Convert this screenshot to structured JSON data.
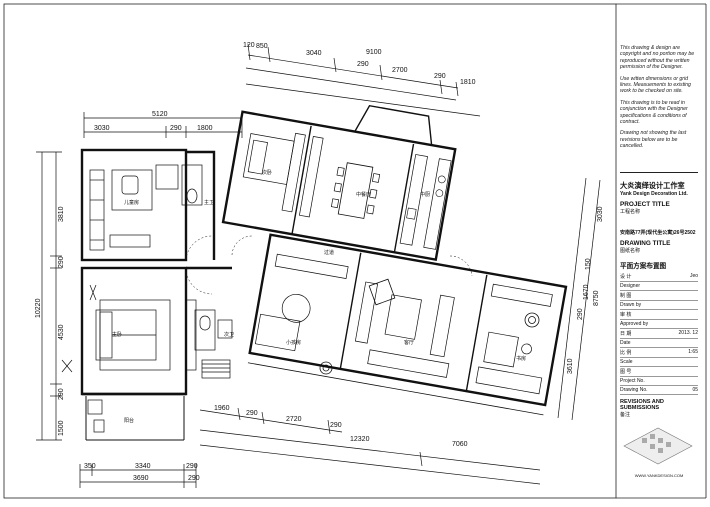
{
  "dimensions": {
    "top_row1": [
      "120",
      "850",
      "3040",
      "9100"
    ],
    "top_row2": [
      "290",
      "2700"
    ],
    "top_row3": [
      "290",
      "1810"
    ],
    "left_top": [
      "5120"
    ],
    "left_top2": [
      "3030",
      "290",
      "1800"
    ],
    "left_side": [
      "3810",
      "290",
      "10220",
      "4530",
      "290",
      "1500"
    ],
    "bottom_mid": [
      "1960",
      "290",
      "2720",
      "290"
    ],
    "bottom_long": [
      "12320",
      "7060"
    ],
    "bottom_left": [
      "350",
      "3340",
      "290",
      "3690",
      "290"
    ],
    "right_side": [
      "3030",
      "150",
      "1670",
      "8750",
      "290",
      "3610"
    ]
  },
  "rooms": {
    "guest_bed": "次卧",
    "children": "儿童房",
    "dining": "中餐厅",
    "kitchen": "中厨",
    "bath1": "主卫",
    "corridor": "过道",
    "master": "主卧",
    "bath2": "次卫",
    "study": "小孩房",
    "living": "客厅",
    "study2": "书房",
    "balcony": "阳台"
  },
  "title_block": {
    "notes": [
      "This drawing & design are copyright and no portion may be reproduced without the written permission of the Designer.",
      "Use witten dimensions or grid lines. Measuements to existing work to be checked on site.",
      "This drawing is to be read in conjunction with the Designer specifications & conditions of contract.",
      "Drawing not showing the last revisions below are to be cancelled."
    ],
    "company_cn": "大炎演绎设计工作室",
    "company_en": "Yank Design Decoration Ltd.",
    "project_title_en": "PROJECT TITLE",
    "project_title_cn": "工程名称",
    "project_name": "安南路77弄(现代坐公寓)26号2502",
    "drawing_title_en": "DRAWING TITLE",
    "drawing_title_cn": "图纸名称",
    "drawing_name": "平面方案布置图",
    "rows": [
      {
        "label": "设 计",
        "value": "Jeo"
      },
      {
        "label": "Designer",
        "value": ""
      },
      {
        "label": "制 图",
        "value": ""
      },
      {
        "label": "Drawn by",
        "value": ""
      },
      {
        "label": "审 核",
        "value": ""
      },
      {
        "label": "Approved by",
        "value": ""
      },
      {
        "label": "日 期",
        "value": "2013. 12"
      },
      {
        "label": "Date",
        "value": ""
      },
      {
        "label": "比 例",
        "value": "1:65"
      },
      {
        "label": "Scale",
        "value": ""
      },
      {
        "label": "图 号",
        "value": ""
      },
      {
        "label": "Project No.",
        "value": ""
      },
      {
        "label": "Drawing No.",
        "value": "05"
      }
    ],
    "revisions_en": "REVISIONS AND SUBMISSIONS",
    "revisions_cn": "备注",
    "url": "WWW.YANKDESIGN.COM"
  }
}
